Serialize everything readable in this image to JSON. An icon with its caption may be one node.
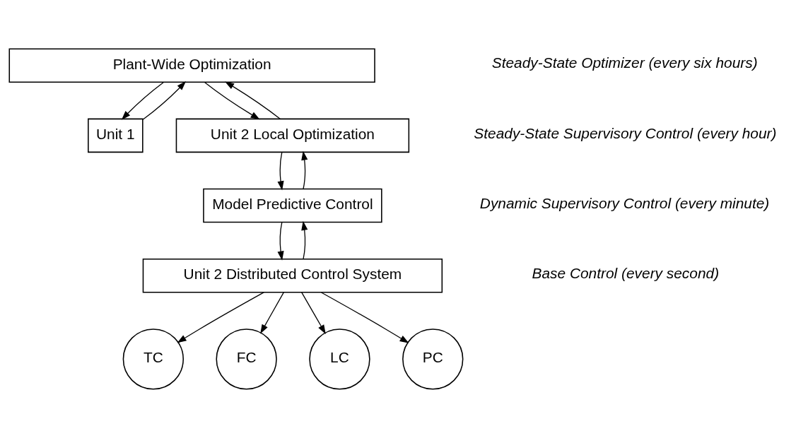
{
  "diagram": {
    "nodes": [
      {
        "text": [
          "Plant-Wide Optimization"
        ]
      },
      {
        "text": [
          "Unit 1"
        ]
      },
      {
        "text": [
          "Unit 2 Local Optimization"
        ]
      },
      {
        "text": [
          "Model Predictive Control"
        ]
      },
      {
        "text": [
          "Unit 2 Distributed Control System"
        ]
      },
      {
        "text": [
          "TC"
        ]
      },
      {
        "text": [
          "FC"
        ]
      },
      {
        "text": [
          "LC"
        ]
      },
      {
        "text": [
          "PC"
        ]
      }
    ],
    "edges": [
      {
        "from": 1,
        "to": 0,
        "arrow": "to"
      },
      {
        "from": 0,
        "to": 1,
        "arrow": "to"
      },
      {
        "from": 2,
        "to": 0,
        "arrow": "to"
      },
      {
        "from": 0,
        "to": 2,
        "arrow": "to"
      },
      {
        "from": 3,
        "to": 2,
        "arrow": "to"
      },
      {
        "from": 2,
        "to": 3,
        "arrow": "to"
      },
      {
        "from": 3,
        "to": 4,
        "arrow": "to"
      },
      {
        "from": 4,
        "to": 3,
        "arrow": "to"
      },
      {
        "from": 4,
        "to": 5,
        "arrow": "to"
      },
      {
        "from": 4,
        "to": 6,
        "arrow": "to"
      },
      {
        "from": 4,
        "to": 7,
        "arrow": "to"
      },
      {
        "from": 4,
        "to": 8,
        "arrow": "to"
      }
    ],
    "labels": [
      "Steady-State Optimizer (every six hours)",
      "Steady-State Supervisory Control (every hour)",
      "Dynamic Supervisory Control (every minute)",
      "Base Control (every second)"
    ]
  }
}
